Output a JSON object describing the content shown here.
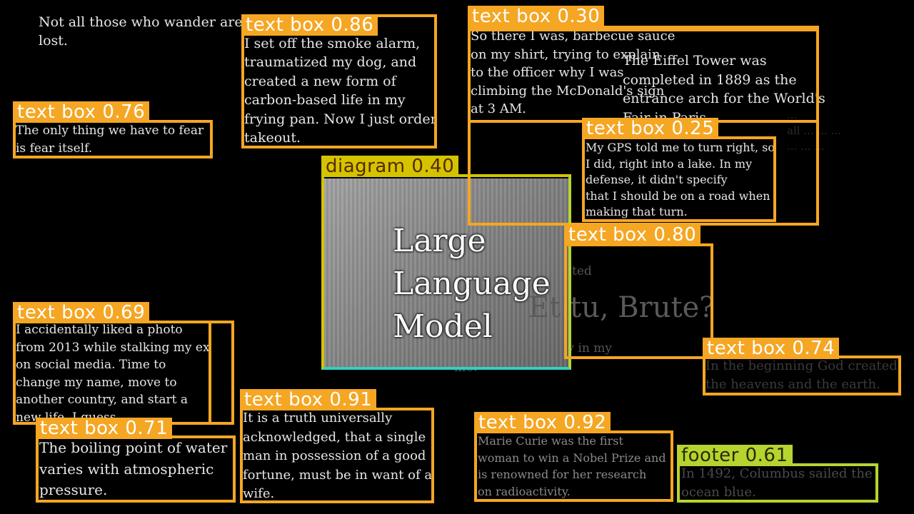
{
  "quotes": {
    "wander": "Not all those who wander are\nlost.",
    "smoke": "oking\nI set off the smoke alarm,\ntraumatized my dog, and\ncreated a new form of\ncarbon-based life in my\nfrying pan. Now I just order\ntakeout.",
    "barbecue": "So there I was, barbecue sauce\non my shirt, trying to explain\nto the officer why I was\nclimbing the McDonald's sign\nat 3 AM.",
    "eiffel": "The Eiffel Tower was\ncompleted in 1889 as the\nentrance arch for the World's\nFair in Paris.",
    "fear": "The only thing we have to fear\nis fear itself.",
    "gps": "My GPS told me to turn right, so\nI did, right into a lake. In my\ndefense, it didn't specify\nthat I should be on a road when\nmaking that turn.",
    "machine": "machine\nhed what \"unexpected\nng area\" at me,\nme.\nis attacked by a\npiece of technology in my\nlife.",
    "brute": "Et tu, Brute?",
    "liked": "I accidentally liked a photo\nfrom 2013 while stalking my ex\non social media. Time to\nchange my name, move to\nanother country, and start a\nnew life, I guess.",
    "beginning": "In the beginning God created\nthe heavens and the earth.",
    "boiling": "The boiling point of water\nvaries with atmospheric\npressure.",
    "truth": "It is a truth universally\nacknowledged, that a single\nman in possession of a good\nfortune, must be in want of a\nwife.",
    "curie": "Marie Curie was the first\nwoman to win a Nobel Prize and\nis renowned for her research\non radioactivity.",
    "columbus": "In 1492, Columbus sailed the\nocean blue.",
    "faint_right": "...\nall ... ... ...\n... ... ..."
  },
  "diagram": {
    "title": "Large\nLanguage\nModel"
  },
  "detections": [
    {
      "label": "text box 0.86"
    },
    {
      "label": "text box 0.30"
    },
    {
      "label": "text box 0.76"
    },
    {
      "label": "text box 0.25"
    },
    {
      "label": "diagram 0.40"
    },
    {
      "label": "text box 0.80"
    },
    {
      "label": "text box 0.69"
    },
    {
      "label": "text box 0.74"
    },
    {
      "label": "text box 0.91"
    },
    {
      "label": "text box 0.71"
    },
    {
      "label": "text box 0.92"
    },
    {
      "label": "footer 0.61"
    }
  ],
  "colors": {
    "text_box": "#f5a623",
    "diagram": "#d4c400",
    "footer": "#b5d430"
  }
}
